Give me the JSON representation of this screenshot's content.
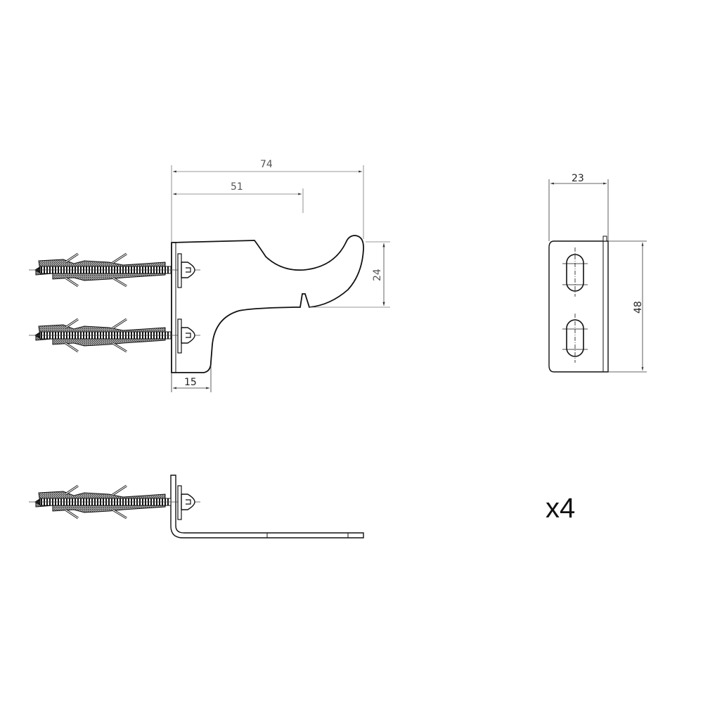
{
  "drawing": {
    "side_view": {
      "dimensions": {
        "overall_length": "74",
        "hook_center": "51",
        "hook_opening_height": "24",
        "base_depth": "15"
      },
      "fasteners": 2
    },
    "front_view": {
      "dimensions": {
        "width": "23",
        "height": "48"
      },
      "slots": 2
    },
    "bottom_view": {
      "fasteners": 1
    },
    "quantity_label": "x4"
  },
  "colors": {
    "line": "#111111",
    "dimension_line": "#666666",
    "hatch": "#555555"
  }
}
